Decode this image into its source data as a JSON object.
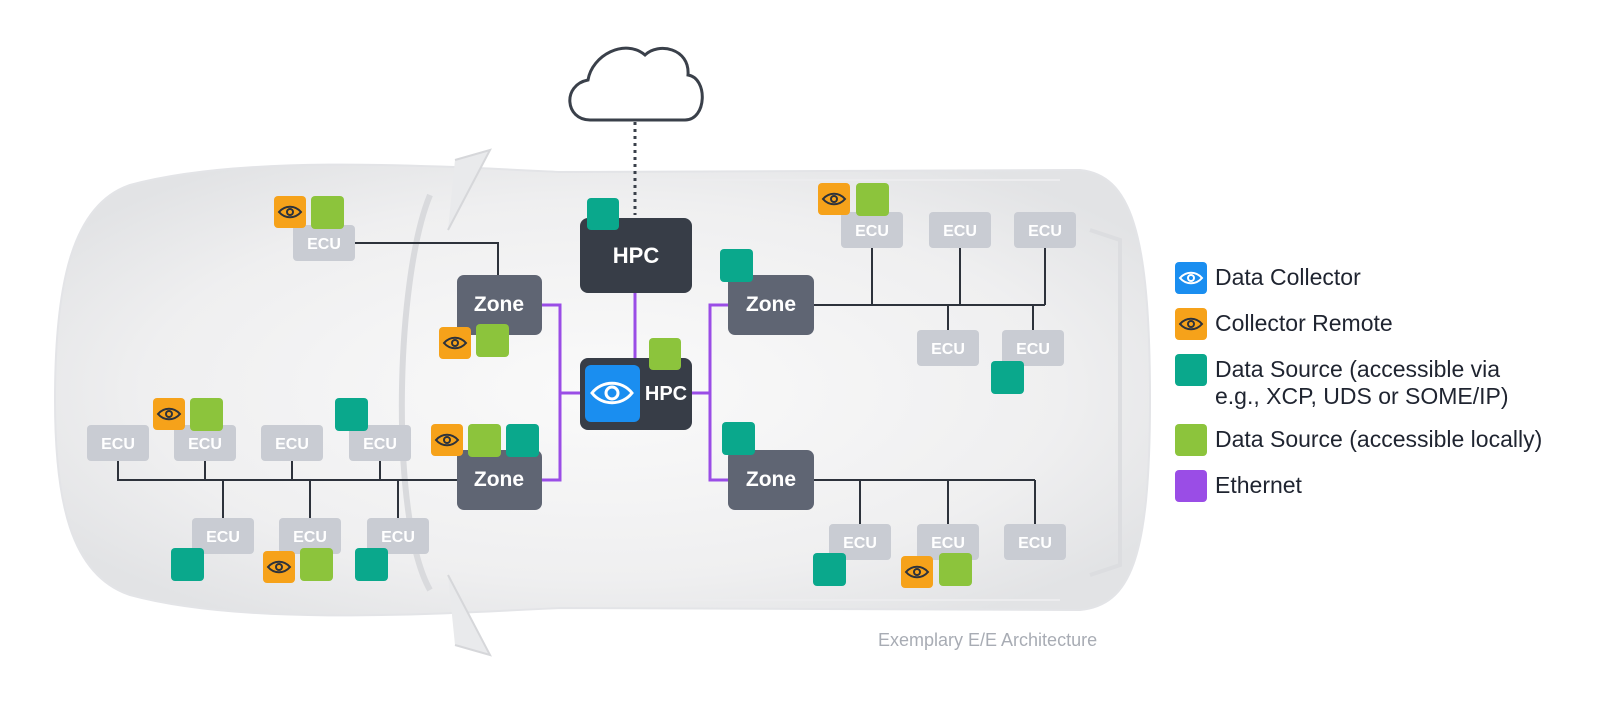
{
  "diagram": {
    "hpc_top_label": "HPC",
    "hpc_center_label": "HPC",
    "zone_label": "Zone",
    "ecu_label": "ECU",
    "caption": "Exemplary E/E Architecture"
  },
  "legend": {
    "data_collector": "Data Collector",
    "collector_remote": "Collector Remote",
    "data_source_remote_line1": "Data Source (accessible via",
    "data_source_remote_line2": "e.g., XCP, UDS or SOME/IP)",
    "data_source_local": "Data Source (accessible locally)",
    "ethernet": "Ethernet"
  },
  "colors": {
    "data_collector": "#1a8ef0",
    "collector_remote": "#f6a21a",
    "data_source_remote": "#0aa88c",
    "data_source_local": "#8cc43c",
    "ethernet": "#9a4de6",
    "hpc": "#373d47",
    "zone": "#5f6573",
    "ecu": "#c9ccd3"
  },
  "icons": {
    "cloud": "cloud-icon",
    "eye": "eye-icon"
  }
}
